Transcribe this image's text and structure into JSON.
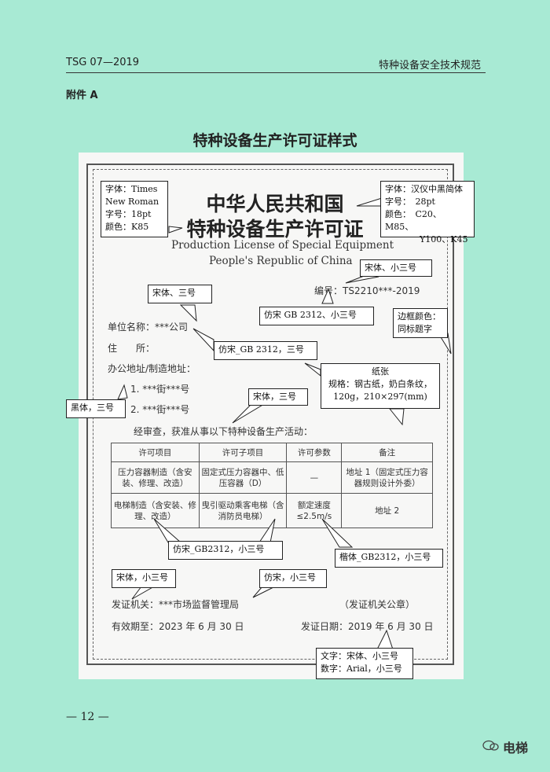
{
  "header": {
    "left": "TSG 07—2019",
    "right": "特种设备安全技术规范"
  },
  "appendix": "附件 A",
  "page_title": "特种设备生产许可证样式",
  "certificate": {
    "title_line1": "中华人民共和国",
    "title_line2": "特种设备生产许可证",
    "english_line1": "Production License of Special Equipment",
    "english_line2": "People's Republic of China",
    "number": "编号：TS2210***-2019",
    "unit_name": "单位名称：***公司",
    "address": "住　　所：",
    "office_address": "办公地址/制造地址：",
    "address1": "1. ***街***号",
    "address2": "2. ***街***号",
    "activity": "经审查，获准从事以下特种设备生产活动：",
    "table_header": [
      "许可项目",
      "许可子项目",
      "许可参数",
      "备注"
    ],
    "table_rows": [
      [
        "压力容器制造（含安装、修理、改造）",
        "固定式压力容器中、低压容器（D）",
        "—",
        "地址 1（固定式压力容器规则设计外委）"
      ],
      [
        "电梯制造（含安装、修理、改造）",
        "曳引驱动乘客电梯（含消防员电梯）",
        "额定速度≤2.5m/s",
        "地址 2"
      ]
    ],
    "issuer": "发证机关：***市场监督管理局",
    "seal": "（发证机关公章）",
    "valid_until": "有效期至：2023 年 6 月 30 日",
    "issue_date": "发证日期：2019 年 6 月 30 日"
  },
  "notes": {
    "times": [
      "字体：Times",
      "New Roman",
      "字号：18pt",
      "颜色：K85"
    ],
    "hanyi": [
      "字体：汉仪中黑简体",
      "字号：　28pt",
      "颜色：　C20、M85、",
      "　　　　Y100、K45"
    ],
    "songti_xs3": "宋体、小三号",
    "songti_3": "宋体、三号",
    "fangsong_gb": "仿宋 GB 2312、小三号",
    "border": [
      "边框颜色：",
      "同标题字"
    ],
    "fangsong_3": "仿宋_GB 2312，三号",
    "paper": [
      "纸张",
      "规格：钢古纸，奶白条纹，",
      "120g，210×297(mm)"
    ],
    "heiti": "黑体，三号",
    "songti_3b": "宋体，三号",
    "fangsong_xs3": "仿宋_GB2312，小三号",
    "kaiti": "楷体_GB2312，小三号",
    "songti_xs3b": "宋体，小三号",
    "fangsong_xs3b": "仿宋，小三号",
    "text_num": [
      "文字：宋体、小三号",
      "数字：Arial，小三号"
    ]
  },
  "page_number": "— 12 —",
  "watermark": "电梯"
}
